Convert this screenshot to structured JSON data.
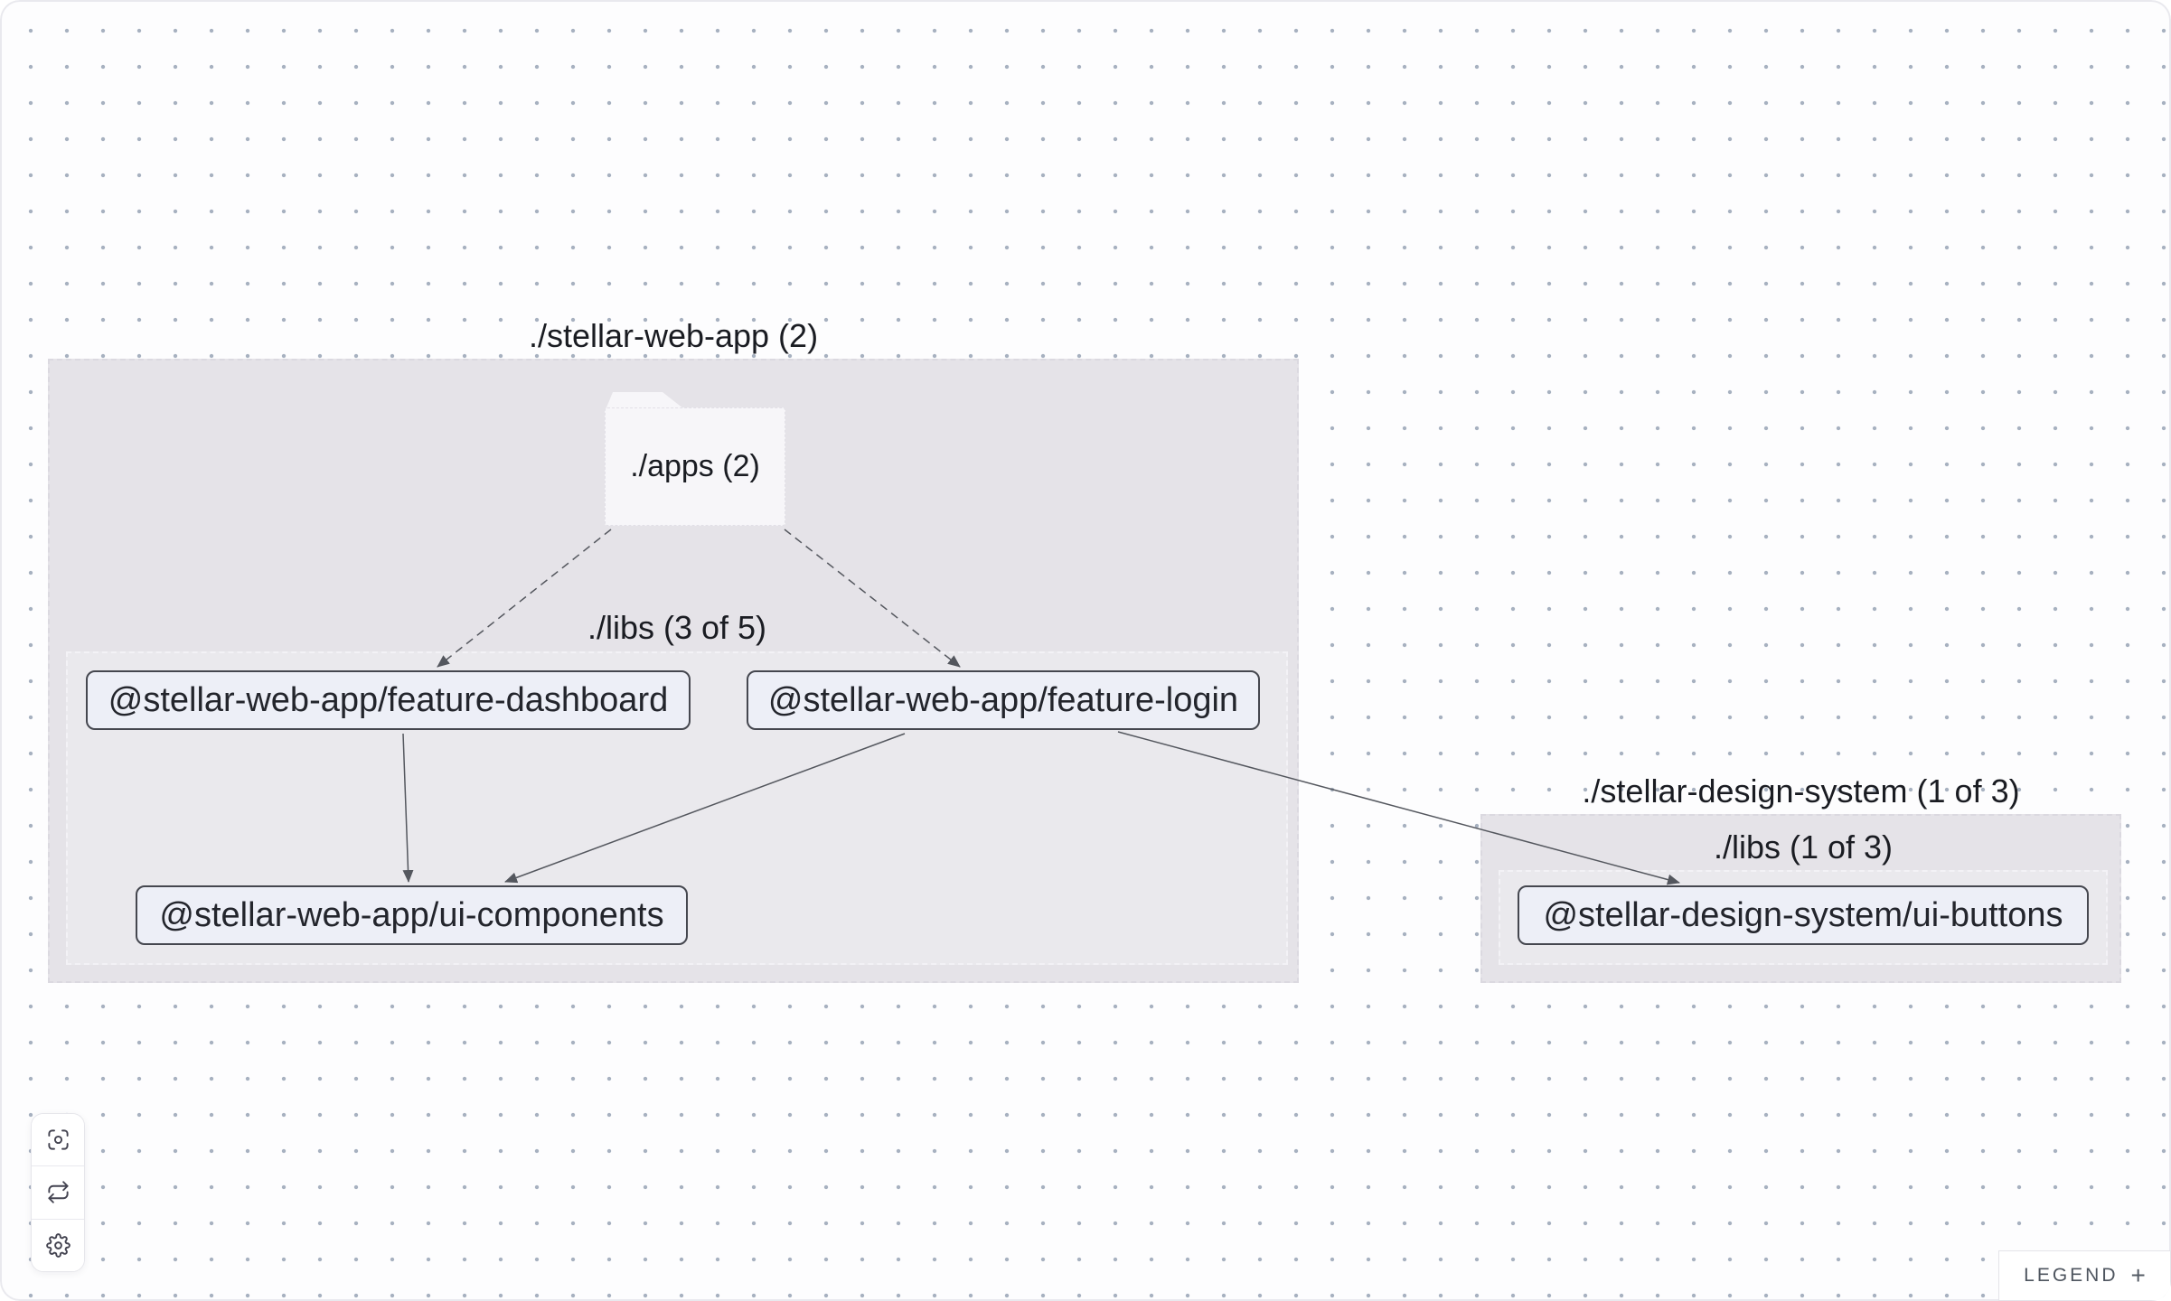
{
  "graph": {
    "web_app_group": {
      "title": "./stellar-web-app (2)",
      "apps_folder": {
        "label": "./apps (2)"
      },
      "libs_group": {
        "title": "./libs (3 of 5)"
      },
      "nodes": {
        "feature_dashboard": {
          "label": "@stellar-web-app/feature-dashboard"
        },
        "feature_login": {
          "label": "@stellar-web-app/feature-login"
        },
        "ui_components": {
          "label": "@stellar-web-app/ui-components"
        }
      }
    },
    "design_system_group": {
      "title": "./stellar-design-system (1 of 3)",
      "libs_group": {
        "title": "./libs (1 of 3)"
      },
      "nodes": {
        "ui_buttons": {
          "label": "@stellar-design-system/ui-buttons"
        }
      }
    }
  },
  "toolbar": {
    "buttons": [
      {
        "icon": "focus-icon"
      },
      {
        "icon": "refresh-icon"
      },
      {
        "icon": "settings-gear-icon"
      }
    ]
  },
  "legend": {
    "label": "LEGEND",
    "expand_glyph": "+"
  },
  "colors": {
    "canvas_background": "#fdfdfe",
    "dot_grid": "#a7b1c0",
    "group_fill": "#e5e3e8",
    "node_fill": "#edeff7",
    "node_border": "#45474f",
    "edge": "#54575e"
  }
}
